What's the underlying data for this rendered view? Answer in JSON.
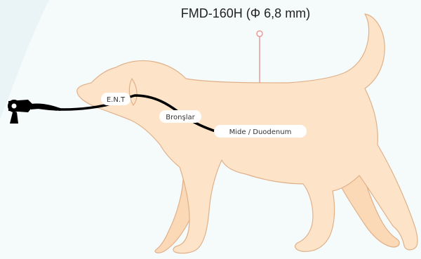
{
  "diagram": {
    "model_title": "FMD-160H (Φ 6,8 mm)",
    "labels": {
      "ent": "E.N.T",
      "bronchi": "Bronşlar",
      "stomach": "Mide / Duodenum"
    },
    "colors": {
      "dog_fill": "#fde4c8",
      "dog_stroke": "#e0b089",
      "scope": "#000000",
      "pointer": "#e79a9a"
    },
    "icons": {
      "endoscope_handle": "endoscope-handle-icon"
    }
  }
}
